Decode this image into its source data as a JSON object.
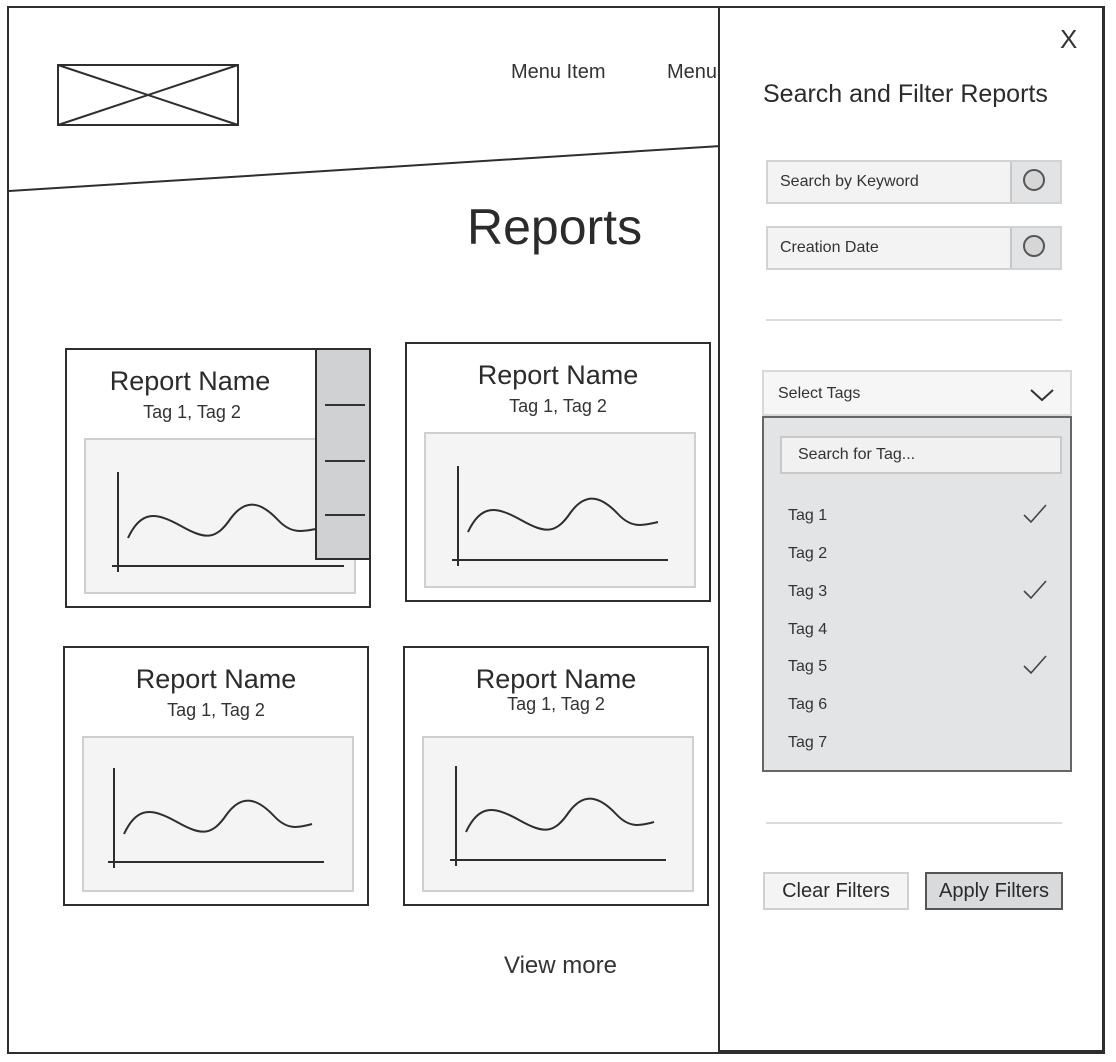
{
  "header": {
    "menu_items": [
      "Menu Item",
      "Menu"
    ]
  },
  "main": {
    "title": "Reports",
    "cards": [
      {
        "name": "Report Name",
        "tags": "Tag 1, Tag 2"
      },
      {
        "name": "Report Name",
        "tags": "Tag 1, Tag 2"
      },
      {
        "name": "Report Name",
        "tags": "Tag 1, Tag 2"
      },
      {
        "name": "Report Name",
        "tags": "Tag 1, Tag 2"
      }
    ],
    "view_more": "View more"
  },
  "panel": {
    "close_label": "X",
    "title": "Search and Filter Reports",
    "keyword_placeholder": "Search by Keyword",
    "date_placeholder": "Creation Date",
    "select_tags_label": "Select Tags",
    "tag_search_placeholder": "Search for Tag...",
    "tags": [
      {
        "label": "Tag 1",
        "checked": true
      },
      {
        "label": "Tag 2",
        "checked": false
      },
      {
        "label": "Tag 3",
        "checked": true
      },
      {
        "label": "Tag 4",
        "checked": false
      },
      {
        "label": "Tag 5",
        "checked": true
      },
      {
        "label": "Tag 6",
        "checked": false
      },
      {
        "label": "Tag 7",
        "checked": false
      }
    ],
    "clear_label": "Clear Filters",
    "apply_label": "Apply Filters"
  },
  "icons": {
    "logo": "logo-placeholder-icon",
    "close": "close-icon",
    "toggle": "radio-icon",
    "dropdown": "chevron-down-icon",
    "check": "checkmark-icon",
    "card_menu": "hamburger-menu-icon"
  }
}
